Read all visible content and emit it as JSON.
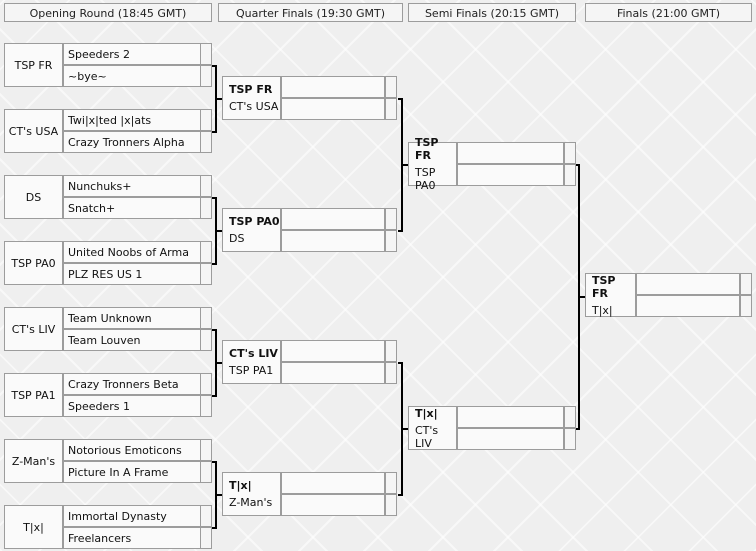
{
  "rounds": [
    {
      "label": "Opening Round (18:45 GMT)"
    },
    {
      "label": "Quarter Finals (19:30 GMT)"
    },
    {
      "label": "Semi Finals (20:15 GMT)"
    },
    {
      "label": "Finals (21:00 GMT)"
    }
  ],
  "opening": [
    {
      "seed": "TSP FR",
      "team1": "Speeders 2",
      "team2": "~bye~"
    },
    {
      "seed": "CT's USA",
      "team1": "Twi|x|ted |x|ats",
      "team2": "Crazy Tronners Alpha"
    },
    {
      "seed": "DS",
      "team1": "Nunchuks+",
      "team2": "Snatch+"
    },
    {
      "seed": "TSP PA0",
      "team1": "United Noobs of Arma",
      "team2": "PLZ RES US 1"
    },
    {
      "seed": "CT's LIV",
      "team1": "Team Unknown",
      "team2": "Team Louven"
    },
    {
      "seed": "TSP PA1",
      "team1": "Crazy Tronners Beta",
      "team2": "Speeders 1"
    },
    {
      "seed": "Z-Man's",
      "team1": "Notorious Emoticons",
      "team2": "Picture In A Frame"
    },
    {
      "seed": "T|x|",
      "team1": "Immortal Dynasty",
      "team2": "Freelancers"
    }
  ],
  "quarters": [
    {
      "winner": "TSP FR",
      "loser": "CT's USA"
    },
    {
      "winner": "TSP PA0",
      "loser": "DS"
    },
    {
      "winner": "CT's LIV",
      "loser": "TSP PA1"
    },
    {
      "winner": "T|x|",
      "loser": "Z-Man's"
    }
  ],
  "semis": [
    {
      "winner": "TSP FR",
      "loser": "TSP PA0"
    },
    {
      "winner": "T|x|",
      "loser": "CT's LIV"
    }
  ],
  "final": {
    "winner": "TSP FR",
    "loser": "T|x|"
  }
}
